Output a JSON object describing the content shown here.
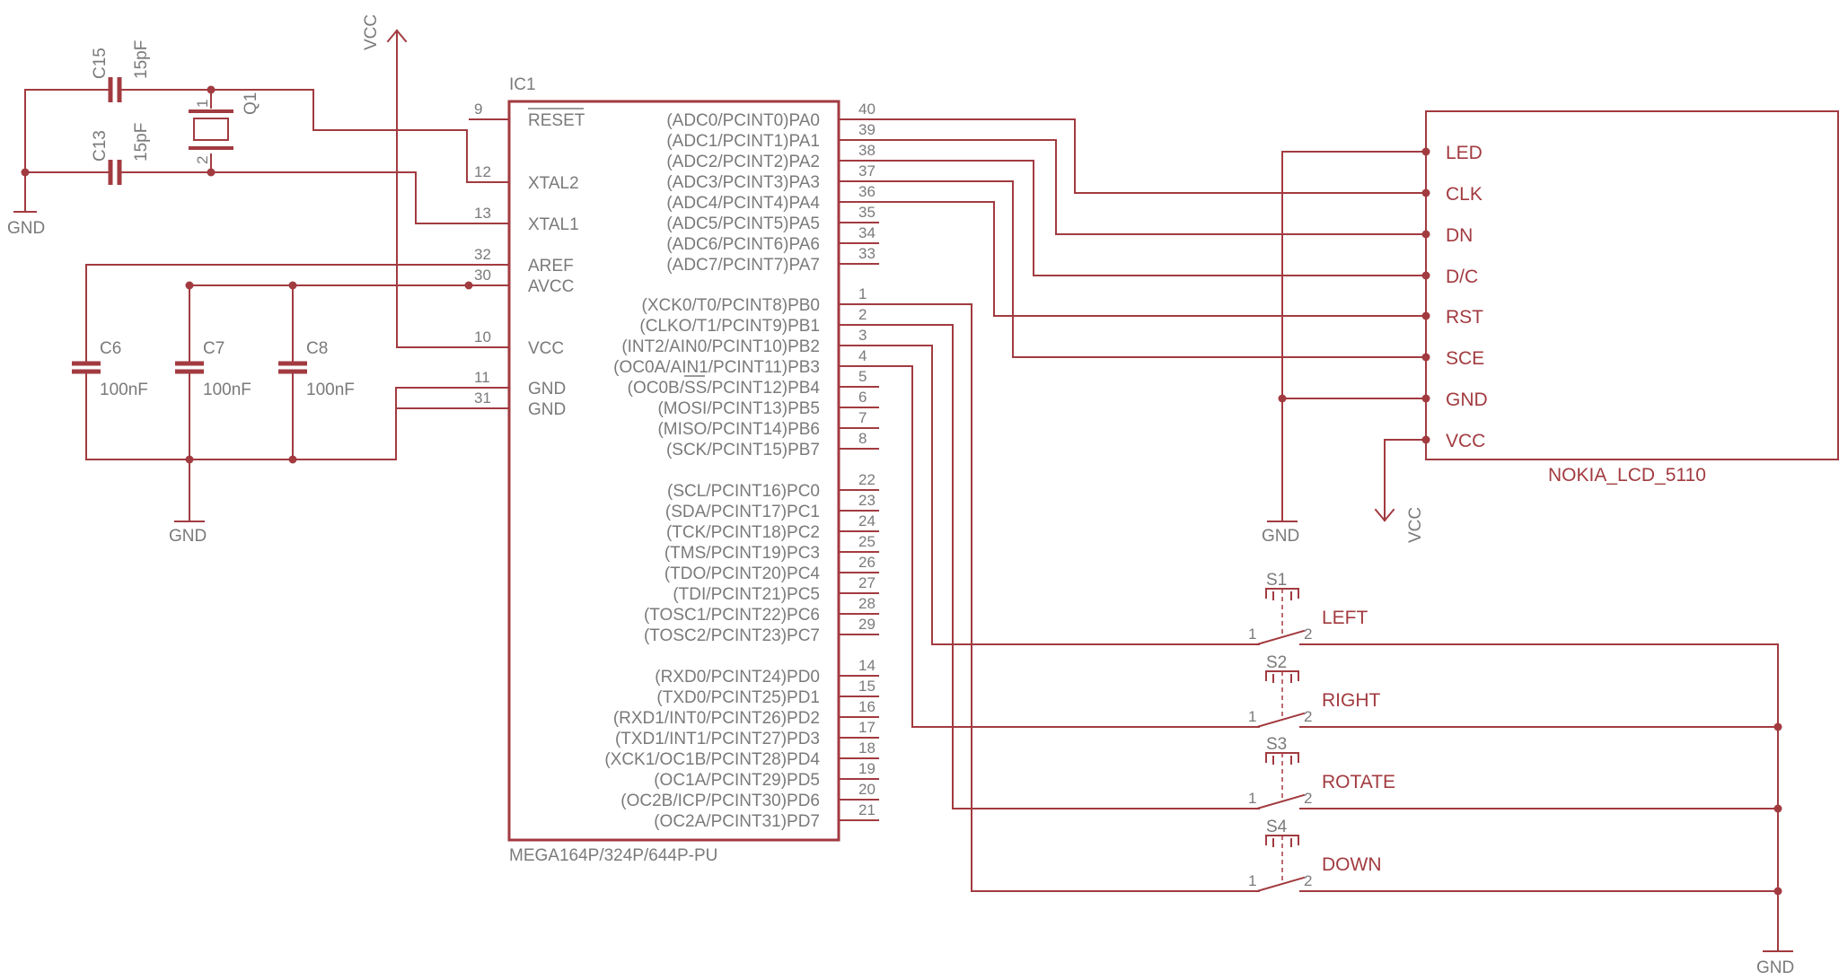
{
  "ic": {
    "ref": "IC1",
    "part": "MEGA164P/324P/644P-PU",
    "left_pins": [
      {
        "num": "9",
        "name": "RESET"
      },
      {
        "num": "12",
        "name": "XTAL2"
      },
      {
        "num": "13",
        "name": "XTAL1"
      },
      {
        "num": "32",
        "name": "AREF"
      },
      {
        "num": "30",
        "name": "AVCC"
      },
      {
        "num": "10",
        "name": "VCC"
      },
      {
        "num": "11",
        "name": "GND"
      },
      {
        "num": "31",
        "name": "GND"
      }
    ],
    "right_pins": [
      {
        "num": "40",
        "name": "(ADC0/PCINT0)PA0"
      },
      {
        "num": "39",
        "name": "(ADC1/PCINT1)PA1"
      },
      {
        "num": "38",
        "name": "(ADC2/PCINT2)PA2"
      },
      {
        "num": "37",
        "name": "(ADC3/PCINT3)PA3"
      },
      {
        "num": "36",
        "name": "(ADC4/PCINT4)PA4"
      },
      {
        "num": "35",
        "name": "(ADC5/PCINT5)PA5"
      },
      {
        "num": "34",
        "name": "(ADC6/PCINT6)PA6"
      },
      {
        "num": "33",
        "name": "(ADC7/PCINT7)PA7"
      },
      {
        "num": "1",
        "name": "(XCK0/T0/PCINT8)PB0"
      },
      {
        "num": "2",
        "name": "(CLKO/T1/PCINT9)PB1"
      },
      {
        "num": "3",
        "name": "(INT2/AIN0/PCINT10)PB2"
      },
      {
        "num": "4",
        "name": "(OC0A/AIN1/PCINT11)PB3"
      },
      {
        "num": "5",
        "name": "(OC0B/SS/PCINT12)PB4"
      },
      {
        "num": "6",
        "name": "(MOSI/PCINT13)PB5"
      },
      {
        "num": "7",
        "name": "(MISO/PCINT14)PB6"
      },
      {
        "num": "8",
        "name": "(SCK/PCINT15)PB7"
      },
      {
        "num": "22",
        "name": "(SCL/PCINT16)PC0"
      },
      {
        "num": "23",
        "name": "(SDA/PCINT17)PC1"
      },
      {
        "num": "24",
        "name": "(TCK/PCINT18)PC2"
      },
      {
        "num": "25",
        "name": "(TMS/PCINT19)PC3"
      },
      {
        "num": "26",
        "name": "(TDO/PCINT20)PC4"
      },
      {
        "num": "27",
        "name": "(TDI/PCINT21)PC5"
      },
      {
        "num": "28",
        "name": "(TOSC1/PCINT22)PC6"
      },
      {
        "num": "29",
        "name": "(TOSC2/PCINT23)PC7"
      },
      {
        "num": "14",
        "name": "(RXD0/PCINT24)PD0"
      },
      {
        "num": "15",
        "name": "(TXD0/PCINT25)PD1"
      },
      {
        "num": "16",
        "name": "(RXD1/INT0/PCINT26)PD2"
      },
      {
        "num": "17",
        "name": "(TXD1/INT1/PCINT27)PD3"
      },
      {
        "num": "18",
        "name": "(XCK1/OC1B/PCINT28)PD4"
      },
      {
        "num": "19",
        "name": "(OC1A/PCINT29)PD5"
      },
      {
        "num": "20",
        "name": "(OC2B/ICP/PCINT30)PD6"
      },
      {
        "num": "21",
        "name": "(OC2A/PCINT31)PD7"
      }
    ]
  },
  "lcd": {
    "name": "NOKIA_LCD_5110",
    "pins": [
      "LED",
      "CLK",
      "DN",
      "D/C",
      "RST",
      "SCE",
      "GND",
      "VCC"
    ]
  },
  "caps": [
    {
      "ref": "C15",
      "value": "15pF"
    },
    {
      "ref": "C13",
      "value": "15pF"
    },
    {
      "ref": "C6",
      "value": "100nF"
    },
    {
      "ref": "C7",
      "value": "100nF"
    },
    {
      "ref": "C8",
      "value": "100nF"
    }
  ],
  "crystal": {
    "ref": "Q1",
    "pin1": "1",
    "pin2": "2"
  },
  "switches": [
    {
      "ref": "S1",
      "label": "LEFT"
    },
    {
      "ref": "S2",
      "label": "RIGHT"
    },
    {
      "ref": "S3",
      "label": "ROTATE"
    },
    {
      "ref": "S4",
      "label": "DOWN"
    }
  ],
  "switch_pins": {
    "a": "1",
    "b": "2"
  },
  "nets": {
    "gnd": "GND",
    "vcc": "VCC"
  },
  "colors": {
    "wire": "#a23b40",
    "text_grey": "#7a7a7a",
    "text_red": "#a23b40",
    "background": "#ffffff"
  }
}
